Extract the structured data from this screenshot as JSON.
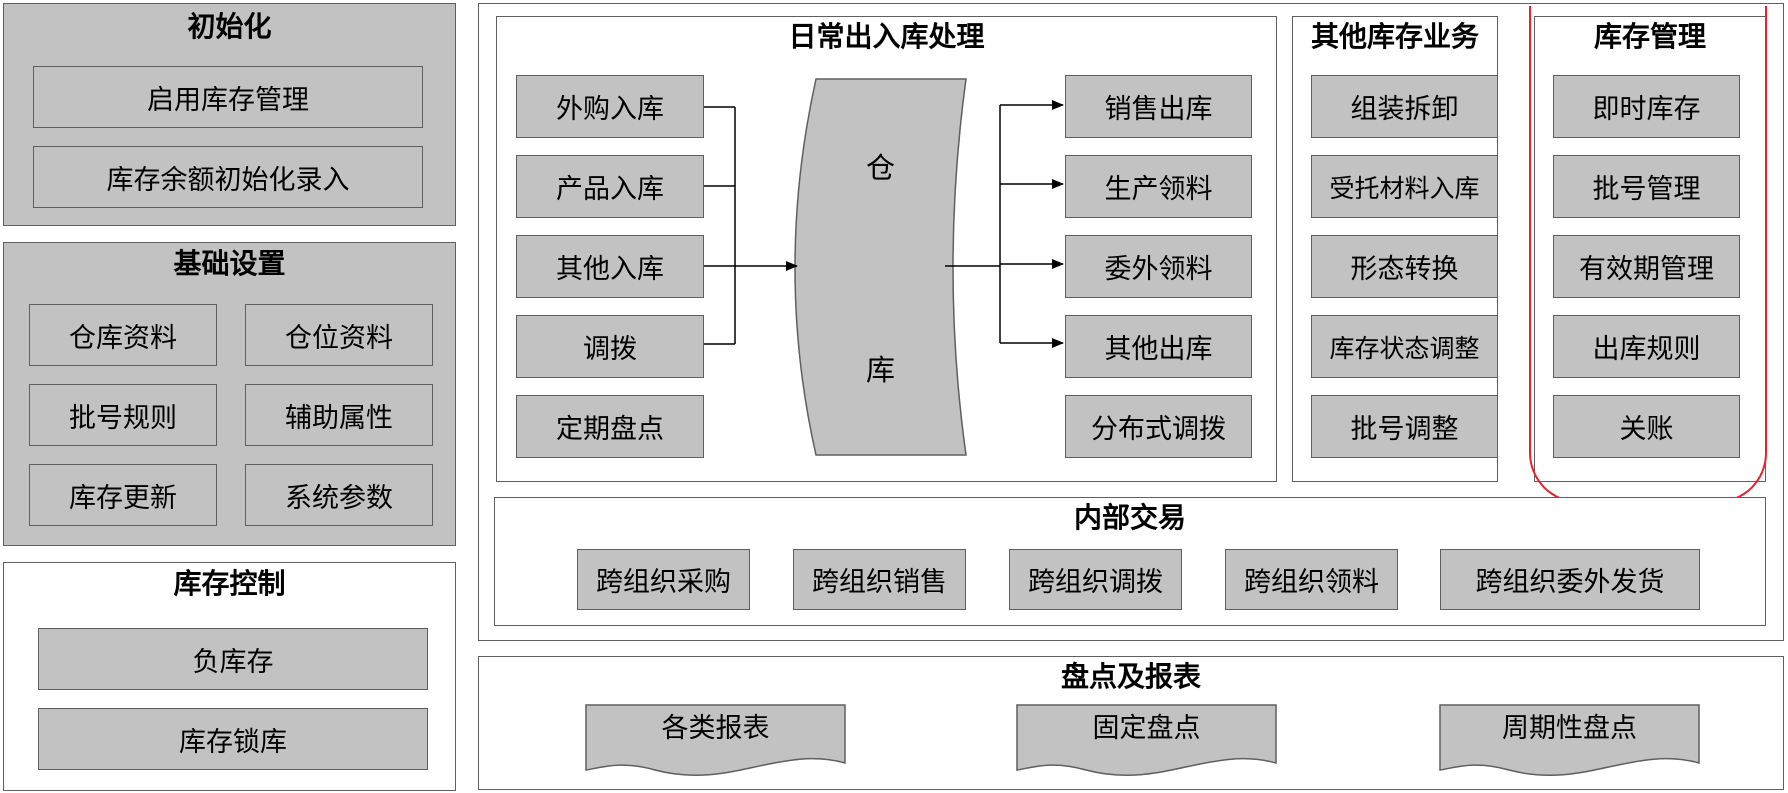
{
  "init": {
    "title": "初始化",
    "items": [
      "启用库存管理",
      "库存余额初始化录入"
    ]
  },
  "basic_settings": {
    "title": "基础设置",
    "items": [
      "仓库资料",
      "仓位资料",
      "批号规则",
      "辅助属性",
      "库存更新",
      "系统参数"
    ]
  },
  "inventory_control": {
    "title": "库存控制",
    "items": [
      "负库存",
      "库存锁库"
    ]
  },
  "daily": {
    "title": "日常出入库处理",
    "inbound": [
      "外购入库",
      "产品入库",
      "其他入库",
      "调拨",
      "定期盘点"
    ],
    "warehouse": [
      "仓",
      "库"
    ],
    "outbound": [
      "销售出库",
      "生产领料",
      "委外领料",
      "其他出库",
      "分布式调拨"
    ]
  },
  "other_business": {
    "title": "其他库存业务",
    "items": [
      "组装拆卸",
      "受托材料入库",
      "形态转换",
      "库存状态调整",
      "批号调整"
    ]
  },
  "inventory_mgmt": {
    "title": "库存管理",
    "items": [
      "即时库存",
      "批号管理",
      "有效期管理",
      "出库规则",
      "关账"
    ],
    "highlight_color": "#e8212b"
  },
  "internal_trade": {
    "title": "内部交易",
    "items": [
      "跨组织采购",
      "跨组织销售",
      "跨组织调拨",
      "跨组织领料",
      "跨组织委外发货"
    ]
  },
  "count_reports": {
    "title": "盘点及报表",
    "items": [
      "各类报表",
      "固定盘点",
      "周期性盘点"
    ]
  },
  "colors": {
    "box_fill": "#c2c2c2",
    "border": "#5f5f5f",
    "highlight": "#e8212b"
  }
}
